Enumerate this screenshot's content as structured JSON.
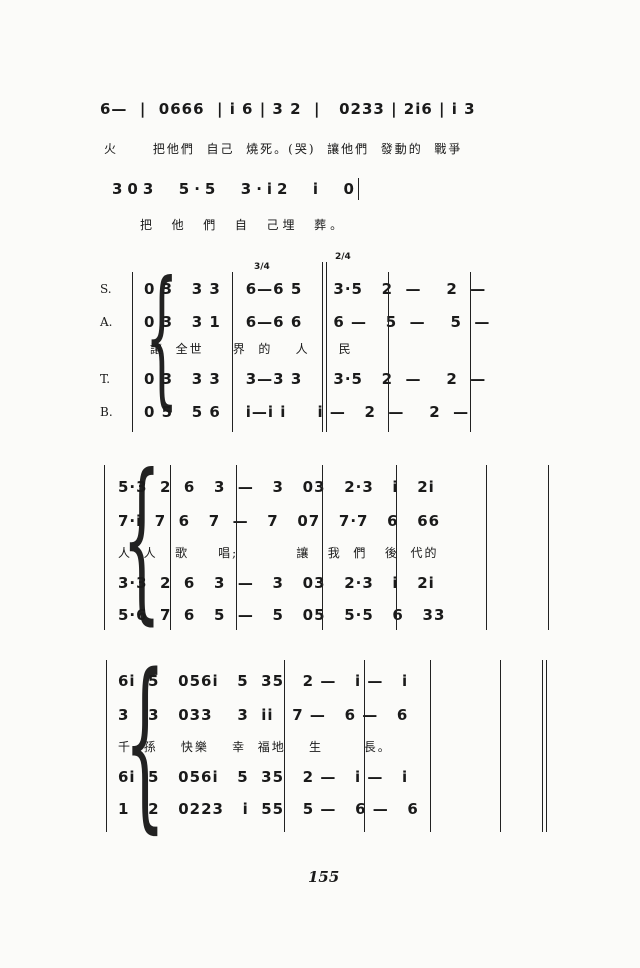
{
  "page_number": "155",
  "system1": {
    "notes_row1": "6—  |  0666  | i 6 | 3 2  |   0233 | 2i6 | i 3",
    "lyric_row1": "火      把他們  自己  燒死。(哭)  讓他們  發動的  戰爭",
    "notes_row2": "303  5·5  3·i2  i  0",
    "lyric_row2": "把  他  們  自  己埋  葬。"
  },
  "system2": {
    "time_sig_a": "3/4",
    "time_sig_b": "2/4",
    "labels": [
      "S.",
      "A.",
      "T.",
      "B."
    ],
    "s": "0 3   3 3    6—6 5     3·5   2  —    2  —",
    "a": "0 3   3 1    6—6 6     6 —   5  —    5  —",
    "lyric": "讓  全世     界  的    人     民",
    "t": "0 3   3 3    3—3 3     3·5   2  —    2  —",
    "b": "0 5   5 6    i—i i     i —   2  —    2  —"
  },
  "system3": {
    "s": "5·3  2  6   3  —   3   03   2·3   i   2i",
    "a": "7·i  7  6   7  —   7   07   7·7   6   66",
    "lyric": "人  人   歌     唱;          讓   我  們   後  代的",
    "t": "3·3  2  6   3  —   3   03   2·3   i   2i",
    "b": "5·6  7  6   5  —   5   05   5·5   6   33"
  },
  "system4": {
    "s": "6i  5   056i   5  35   2 —   i —   i",
    "a": "3   3   033    3  ii   7 —   6 —   6",
    "lyric": "千  孫    快樂    幸  福地    生       長。",
    "t": "6i  5   056i   5  35   2 —   i —   i",
    "b": "1   2   0223   i  55   5 —   6 —   6"
  }
}
